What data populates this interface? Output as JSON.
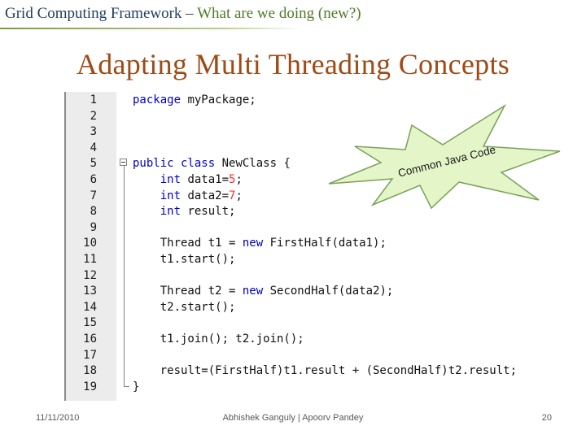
{
  "header": {
    "main": "Grid Computing Framework – ",
    "sub": "What are we doing (new?)"
  },
  "title": "Adapting Multi Threading Concepts",
  "callout": {
    "text": "Common Java Code"
  },
  "code": {
    "lines": [
      {
        "num": "1",
        "tokens": [
          {
            "t": "package",
            "k": "kw"
          },
          {
            "t": " myPackage;",
            "k": "plain"
          }
        ]
      },
      {
        "num": "2",
        "tokens": []
      },
      {
        "num": "3",
        "tokens": []
      },
      {
        "num": "4",
        "tokens": []
      },
      {
        "num": "5",
        "tokens": [
          {
            "t": "public class",
            "k": "kw"
          },
          {
            "t": " NewClass {",
            "k": "plain"
          }
        ]
      },
      {
        "num": "6",
        "tokens": [
          {
            "t": "    ",
            "k": "plain"
          },
          {
            "t": "int",
            "k": "kw"
          },
          {
            "t": " data1=",
            "k": "plain"
          },
          {
            "t": "5",
            "k": "num"
          },
          {
            "t": ";",
            "k": "plain"
          }
        ]
      },
      {
        "num": "7",
        "tokens": [
          {
            "t": "    ",
            "k": "plain"
          },
          {
            "t": "int",
            "k": "kw"
          },
          {
            "t": " data2=",
            "k": "plain"
          },
          {
            "t": "7",
            "k": "num"
          },
          {
            "t": ";",
            "k": "plain"
          }
        ]
      },
      {
        "num": "8",
        "tokens": [
          {
            "t": "    ",
            "k": "plain"
          },
          {
            "t": "int",
            "k": "kw"
          },
          {
            "t": " result;",
            "k": "plain"
          }
        ]
      },
      {
        "num": "9",
        "tokens": []
      },
      {
        "num": "10",
        "tokens": [
          {
            "t": "    Thread t1 = ",
            "k": "plain"
          },
          {
            "t": "new",
            "k": "kw"
          },
          {
            "t": " FirstHalf(data1);",
            "k": "plain"
          }
        ]
      },
      {
        "num": "11",
        "tokens": [
          {
            "t": "    t1.start();",
            "k": "plain"
          }
        ]
      },
      {
        "num": "12",
        "tokens": []
      },
      {
        "num": "13",
        "tokens": [
          {
            "t": "    Thread t2 = ",
            "k": "plain"
          },
          {
            "t": "new",
            "k": "kw"
          },
          {
            "t": " SecondHalf(data2);",
            "k": "plain"
          }
        ]
      },
      {
        "num": "14",
        "tokens": [
          {
            "t": "    t2.start();",
            "k": "plain"
          }
        ]
      },
      {
        "num": "15",
        "tokens": []
      },
      {
        "num": "16",
        "tokens": [
          {
            "t": "    t1.join(); t2.join();",
            "k": "plain"
          }
        ]
      },
      {
        "num": "17",
        "tokens": []
      },
      {
        "num": "18",
        "tokens": [
          {
            "t": "    result=(FirstHalf)t1.result + (SecondHalf)t2.result;",
            "k": "plain"
          }
        ]
      },
      {
        "num": "19",
        "tokens": [
          {
            "t": "}",
            "k": "plain"
          }
        ]
      }
    ]
  },
  "colors": {
    "keyword": "#0000c8",
    "number": "#ff2a2a",
    "title": "#a04a16",
    "callout_fill": "#e4f5c8",
    "callout_stroke": "#7aa05a"
  },
  "footer": {
    "date": "11/11/2010",
    "authors": "Abhishek Ganguly  |  Apoorv Pandey",
    "page": "20"
  }
}
